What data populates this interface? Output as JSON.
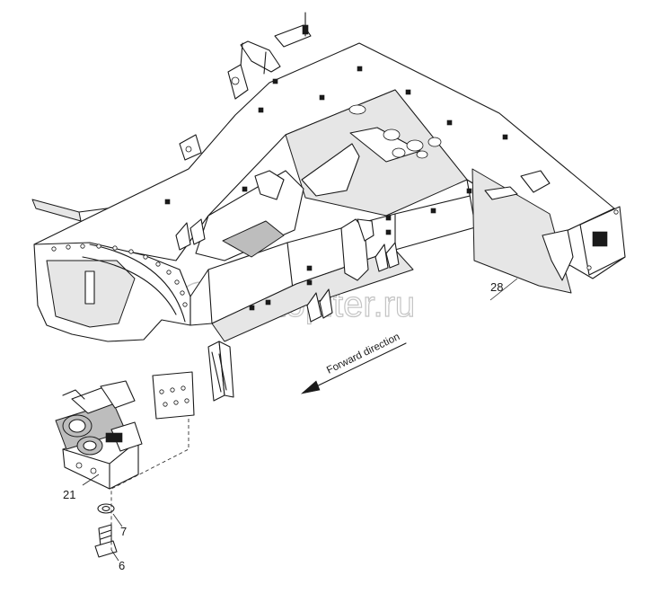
{
  "diagram": {
    "direction_label": "Forward direction",
    "watermark": "autopiter.ru",
    "callouts": [
      {
        "id": "21",
        "label": "21"
      },
      {
        "id": "28",
        "label": "28"
      },
      {
        "id": "7",
        "label": "7"
      },
      {
        "id": "6",
        "label": "6"
      }
    ]
  }
}
